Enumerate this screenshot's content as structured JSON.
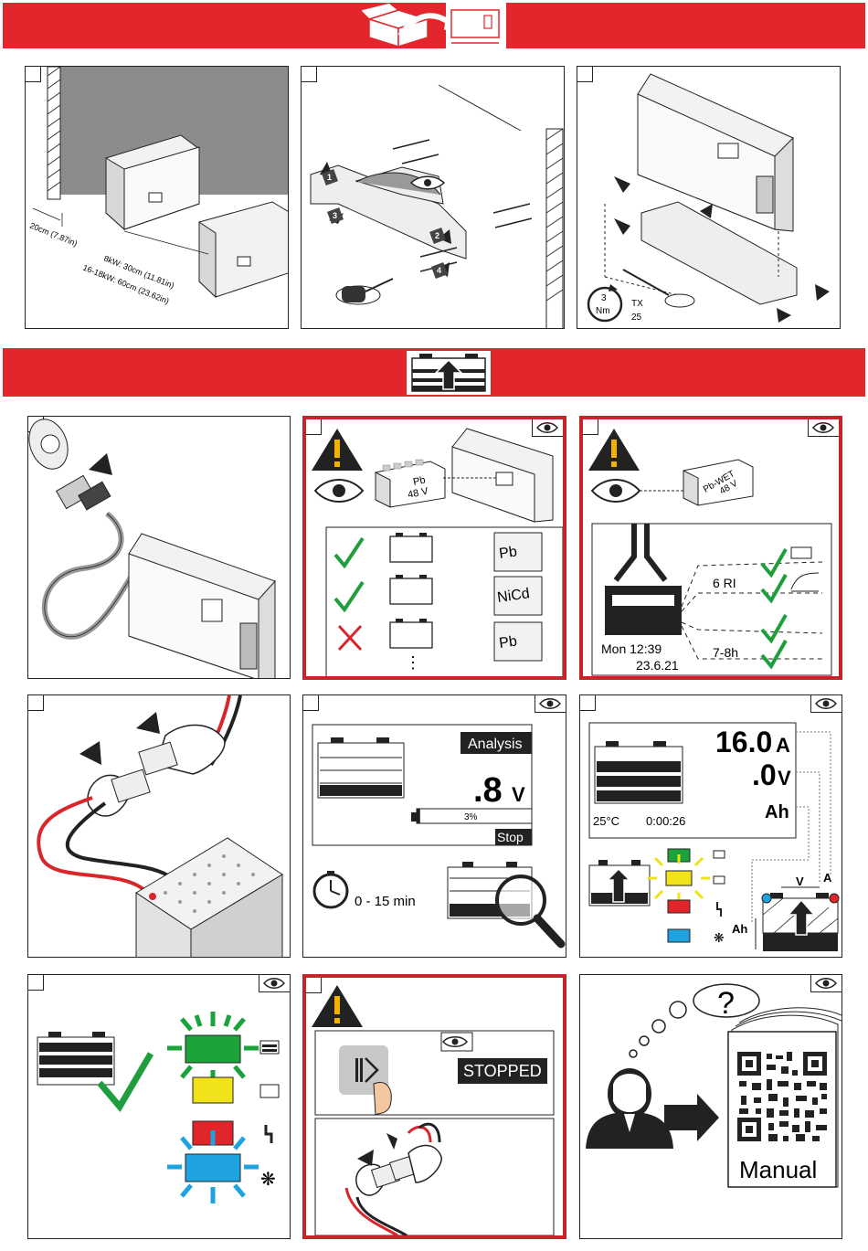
{
  "colors": {
    "brand_red": "#e3262b",
    "warn_red": "#c5242a",
    "check_green": "#1f9e3d",
    "led_green": "#1aa33a",
    "led_yellow": "#f2e21a",
    "led_red": "#e1262b",
    "led_blue": "#1fa3e0",
    "dark": "#1a1a1a"
  },
  "icons": [
    "unpack-box-icon",
    "battery-charge-icon",
    "eye-icon",
    "warning-triangle-icon",
    "checkmark-icon",
    "cross-icon",
    "stopwatch-icon",
    "magnifier-icon",
    "torque-icon",
    "question-icon",
    "person-icon",
    "qr-code-icon",
    "snowflake-icon",
    "fault-icon"
  ],
  "install": {
    "clearance_side": "20cm (7.87in)",
    "clearance_8kw": "8kW: 30cm (11.81in)",
    "clearance_16kw": "16-18kW: 60cm (23.62in)",
    "torque_value": "3",
    "torque_unit": "Nm",
    "tool_line1": "TX",
    "tool_line2": "25",
    "callouts": [
      "1",
      "2",
      "3",
      "4"
    ]
  },
  "battery_check": {
    "battery_label1": "Pb",
    "battery_label2": "48 V",
    "types": [
      "Pb",
      "NiCd",
      "Pb"
    ],
    "ellipsis": "⋮"
  },
  "charge_curve": {
    "battery_label1": "Pb-WET",
    "battery_label2": "48 V",
    "characteristic": "6 RI",
    "duration": "7-8h",
    "clock_time": "Mon 12:39",
    "clock_date": "23.6.21"
  },
  "analysis": {
    "status": "Analysis",
    "voltage_value": ".8",
    "voltage_unit": "V",
    "progress_percent": 3,
    "progress_text": "3%",
    "stop_label": "Stop",
    "duration": "0 - 15 min"
  },
  "charging": {
    "current_value": "16.0",
    "current_unit": "A",
    "voltage_value": ".0",
    "voltage_unit": "V",
    "charge_unit": "Ah",
    "temperature": "25°C",
    "elapsed": "0:00:26",
    "meter_v": "V",
    "meter_a": "A",
    "meter_ah": "Ah"
  },
  "stop": {
    "stopped_label": "STOPPED"
  },
  "manual": {
    "question": "?",
    "label": "Manual"
  }
}
